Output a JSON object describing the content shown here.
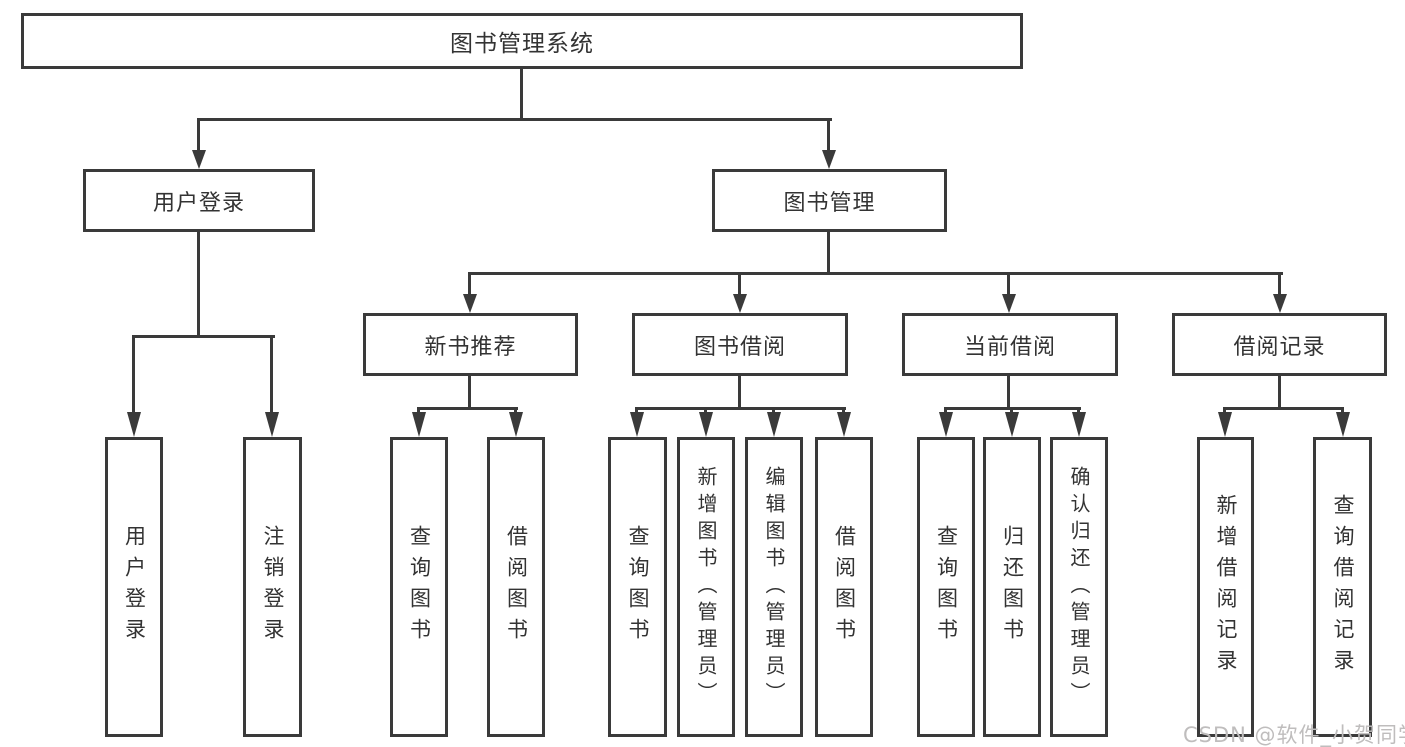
{
  "tree": {
    "root": {
      "label": "图书管理系统"
    },
    "branches": [
      {
        "label": "用户登录",
        "children": [
          "用户登录",
          "注销登录"
        ]
      },
      {
        "label": "图书管理",
        "sections": [
          {
            "label": "新书推荐",
            "children": [
              "查询图书",
              "借阅图书"
            ]
          },
          {
            "label": "图书借阅",
            "children": [
              "查询图书",
              "新增图书（管理员）",
              "编辑图书（管理员）",
              "借阅图书"
            ]
          },
          {
            "label": "当前借阅",
            "children": [
              "查询图书",
              "归还图书",
              "确认归还（管理员）"
            ]
          },
          {
            "label": "借阅记录",
            "children": [
              "新增借阅记录",
              "查询借阅记录"
            ]
          }
        ]
      }
    ]
  },
  "watermark": "CSDN @软件_小贺同学",
  "colors": {
    "line": "#3a3a3a",
    "text": "#333333",
    "watermark": "#bfbdbd",
    "background": "#ffffff"
  }
}
